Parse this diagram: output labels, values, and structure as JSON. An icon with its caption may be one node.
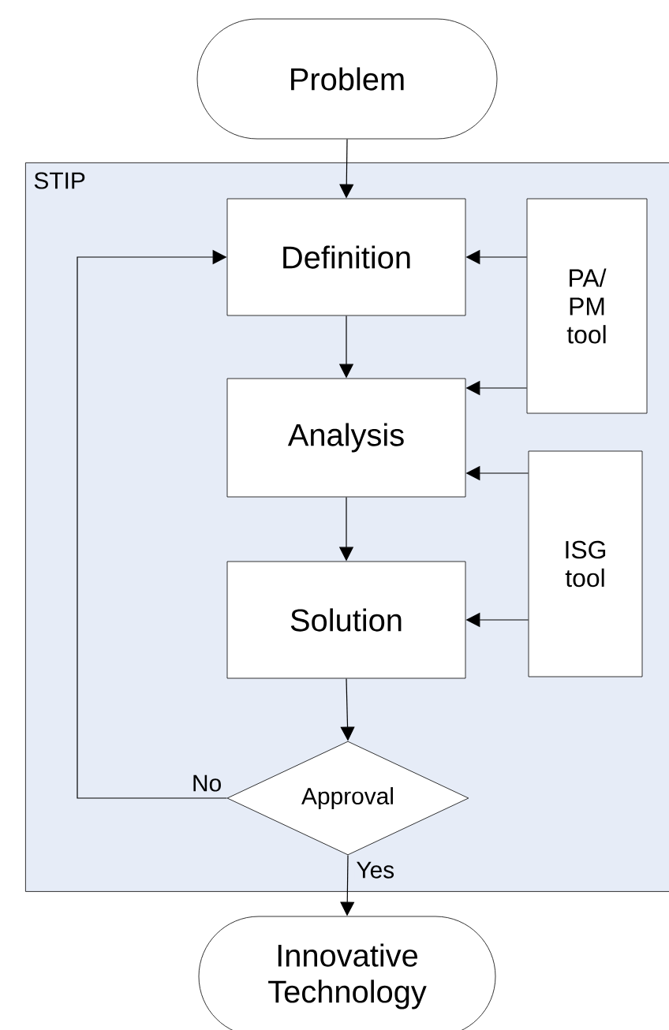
{
  "diagram": {
    "nodes": [
      {
        "text": [
          "Problem"
        ]
      },
      {
        "text": [
          "STIP"
        ]
      },
      {
        "text": [
          "Definition"
        ],
        "in": 1
      },
      {
        "text": [
          "PA/ PM tool"
        ],
        "in": 1
      },
      {
        "text": [
          "Analysis"
        ],
        "in": 1
      },
      {
        "text": [
          "ISG tool"
        ],
        "in": 1
      },
      {
        "text": [
          "Solution"
        ],
        "in": 1
      },
      {
        "text": [
          "Approval"
        ],
        "in": 1
      },
      {
        "text": [
          "Innovative Technology"
        ]
      }
    ],
    "edges": [
      {
        "from": 0,
        "to": 2,
        "arrow": "to"
      },
      {
        "from": 2,
        "to": 4,
        "arrow": "to"
      },
      {
        "from": 4,
        "to": 6,
        "arrow": "to"
      },
      {
        "from": 6,
        "to": 7,
        "arrow": "to"
      },
      {
        "from": 7,
        "to": 8,
        "arrow": "to",
        "label": "Yes"
      },
      {
        "from": 7,
        "to": 2,
        "arrow": "to",
        "label": "No"
      },
      {
        "from": 3,
        "to": 2,
        "arrow": "to"
      },
      {
        "from": 3,
        "to": 4,
        "arrow": "to"
      },
      {
        "from": 5,
        "to": 4,
        "arrow": "to"
      },
      {
        "from": 5,
        "to": 6,
        "arrow": "to"
      }
    ]
  }
}
